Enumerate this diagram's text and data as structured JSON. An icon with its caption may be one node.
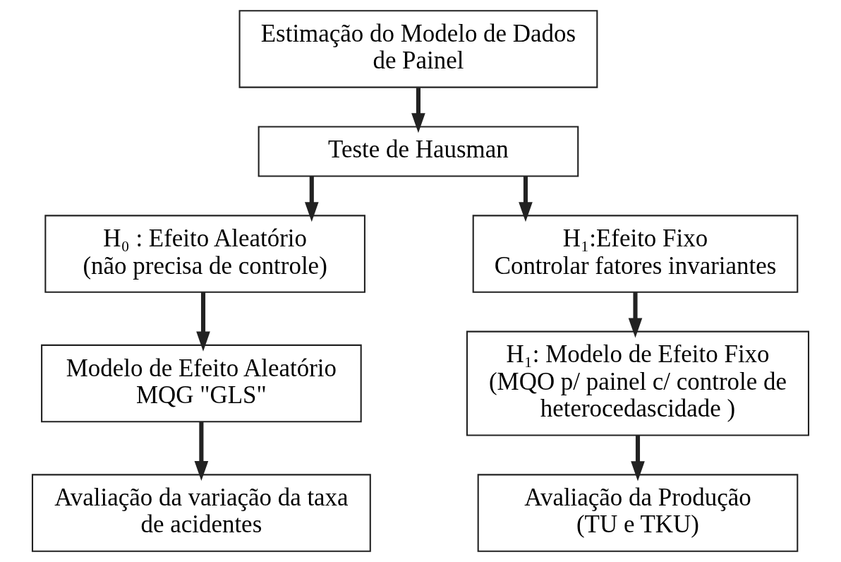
{
  "diagram": {
    "nodes": [
      {
        "text": [
          "Estimação do Modelo de Dados de Painel"
        ]
      },
      {
        "text": [
          "Teste de Hausman"
        ]
      },
      {
        "text": [
          "H₀ : Efeito Aleatório",
          "(não precisa de controle)"
        ]
      },
      {
        "text": [
          "H₁:Efeito Fixo",
          "Controlar fatores invariantes"
        ]
      },
      {
        "text": [
          "Modelo de Efeito Aleatório",
          "MQG \"GLS\""
        ]
      },
      {
        "text": [
          "H₁: Modelo de Efeito Fixo",
          "(MQO p/ painel c/ controle de heterocedascidade )"
        ]
      },
      {
        "text": [
          "Avaliação da variação da taxa de acidentes"
        ]
      },
      {
        "text": [
          "Avaliação da Produção",
          "(TU e TKU)"
        ]
      }
    ],
    "edges": [
      {
        "from": 0,
        "to": 1,
        "arrow": "to"
      },
      {
        "from": 1,
        "to": 2,
        "arrow": "to"
      },
      {
        "from": 1,
        "to": 3,
        "arrow": "to"
      },
      {
        "from": 2,
        "to": 4,
        "arrow": "to"
      },
      {
        "from": 4,
        "to": 6,
        "arrow": "to"
      },
      {
        "from": 3,
        "to": 5,
        "arrow": "to"
      },
      {
        "from": 5,
        "to": 7,
        "arrow": "to"
      }
    ]
  }
}
